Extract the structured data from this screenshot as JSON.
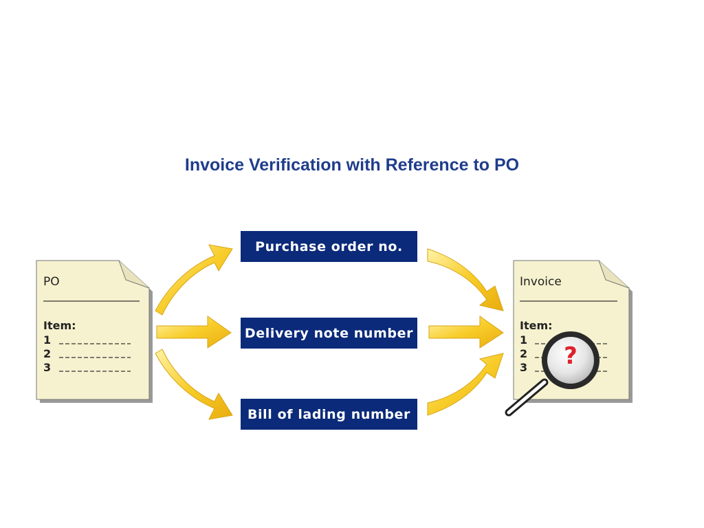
{
  "title": "Invoice Verification with Reference to PO",
  "references": [
    {
      "label": "Purchase order no."
    },
    {
      "label": "Delivery note number"
    },
    {
      "label": "Bill of lading number"
    }
  ],
  "po_document": {
    "heading": "PO",
    "item_label": "Item:",
    "lines": [
      "1",
      "2",
      "3"
    ]
  },
  "invoice_document": {
    "heading": "Invoice",
    "item_label": "Item:",
    "lines": [
      "1",
      "2",
      "3"
    ],
    "magnifier_symbol": "?"
  },
  "colors": {
    "title": "#1f3c8c",
    "label_box": "#0b2a7a",
    "arrow": "#f6c21a",
    "paper": "#f6f2cf",
    "question_mark": "#e0212b"
  }
}
